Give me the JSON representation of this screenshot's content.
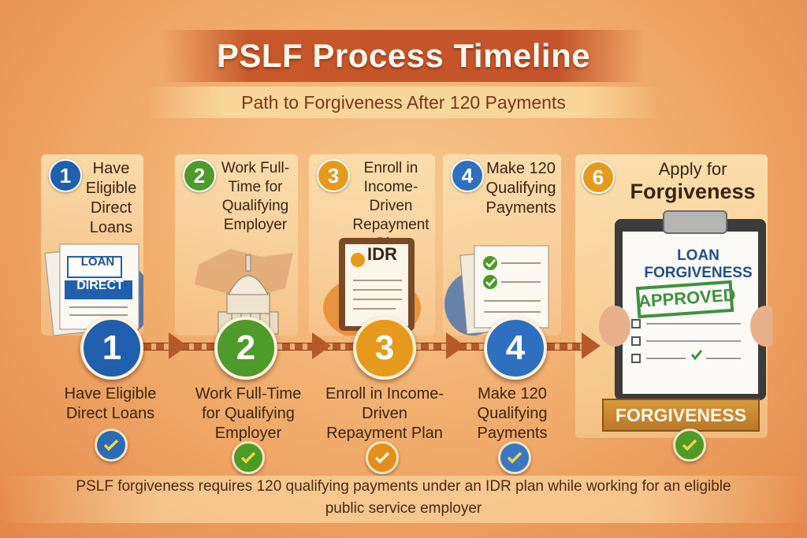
{
  "title": "PSLF Process Timeline",
  "subtitle": "Path to Forgiveness After 120 Payments",
  "steps": [
    {
      "number": "1",
      "header": "Have Eligible Direct Loans",
      "label": "Have Eligible Direct Loans",
      "color": "#1f5fae",
      "doc_text_1": "LOAN",
      "doc_text_2": "DIRECT"
    },
    {
      "number": "2",
      "header": "Work Full-Time for Qualifying Employer",
      "label": "Work Full-Time for Qualifying Employer",
      "color": "#4e9a2a"
    },
    {
      "number": "3",
      "header": "Enroll in Income-Driven Repayment Plan",
      "label": "Enroll in Income-Driven Repayment Plan",
      "color": "#e69a1c",
      "doc_text_1": "IDR"
    },
    {
      "number": "4",
      "header": "Make 120 Qualifying Payments",
      "label": "Make 120 Qualifying Payments",
      "color": "#2f6fc0"
    }
  ],
  "final": {
    "number": "6",
    "header_line1": "Apply for",
    "header_line2": "Forgiveness",
    "clipboard_title_1": "LOAN",
    "clipboard_title_2": "FORGIVENESS",
    "stamp": "APPROVED",
    "banner": "FORGIVENESS"
  },
  "footer": "PSLF forgiveness requires 120 qualifying payments under an IDR plan while working for an eligible public service employer"
}
